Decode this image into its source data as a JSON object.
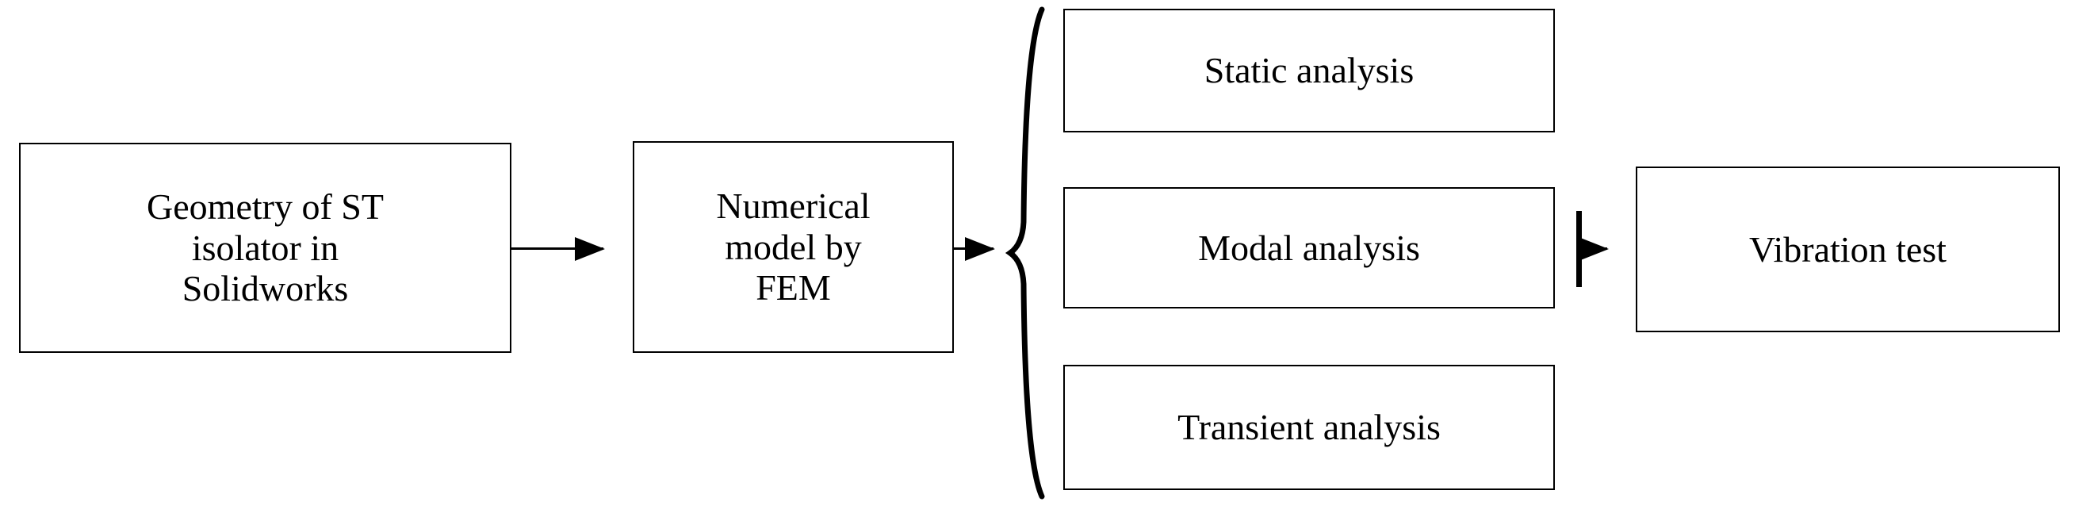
{
  "diagram": {
    "type": "flowchart",
    "title": "",
    "background_color": "#ffffff",
    "stroke_color": "#000000",
    "text_color": "#000000",
    "nodes": [
      {
        "id": "geometry",
        "label": "Geometry of ST\nisolator in\nSolidworks",
        "shape": "rectangle"
      },
      {
        "id": "numerical",
        "label": "Numerical\nmodel by\nFEM",
        "shape": "rectangle"
      },
      {
        "id": "static",
        "label": "Static analysis",
        "shape": "rectangle"
      },
      {
        "id": "modal",
        "label": "Modal analysis",
        "shape": "rectangle"
      },
      {
        "id": "transient",
        "label": "Transient analysis",
        "shape": "rectangle"
      },
      {
        "id": "vibration",
        "label": "Vibration test",
        "shape": "rectangle"
      }
    ],
    "connectors": [
      {
        "id": "geometry-to-numerical",
        "from": "geometry",
        "to": "numerical",
        "style": "arrow",
        "label": ""
      },
      {
        "id": "numerical-to-brace",
        "from": "numerical",
        "to": "brace",
        "style": "arrow",
        "label": ""
      },
      {
        "id": "modal-to-vibration",
        "from": "modal",
        "to": "vibration",
        "style": "arrow",
        "label": ""
      }
    ],
    "grouping": {
      "id": "analysis-brace",
      "glyph": "{",
      "members": [
        "static",
        "modal",
        "transient"
      ]
    }
  }
}
